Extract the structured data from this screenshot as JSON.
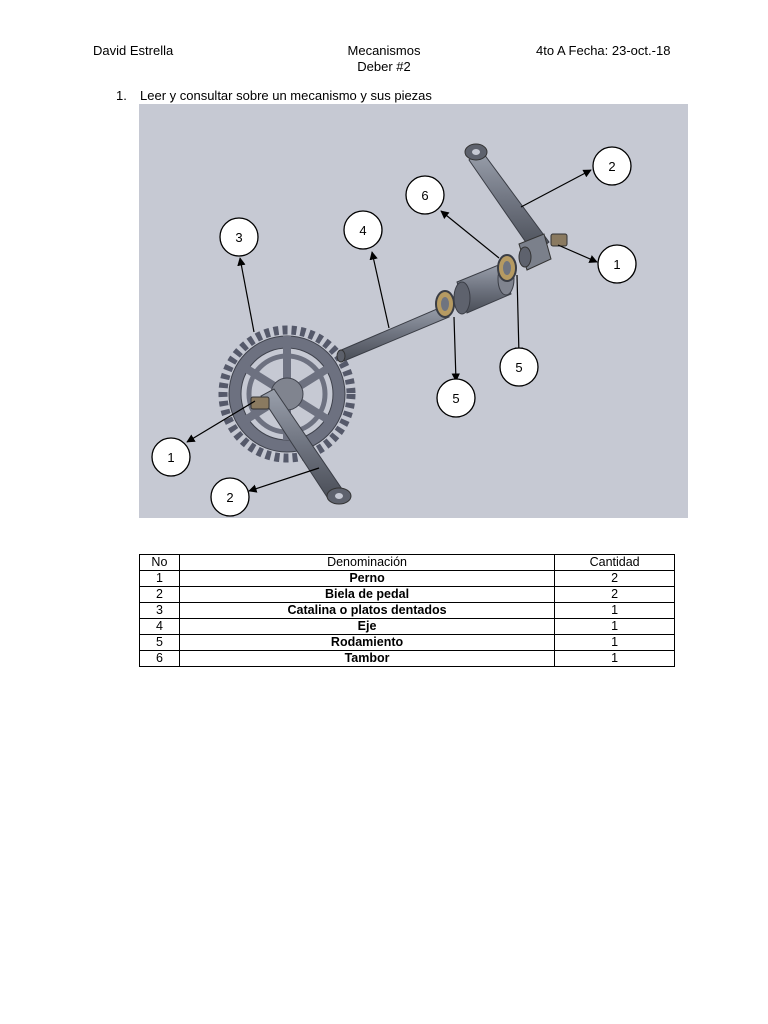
{
  "header": {
    "author": "David Estrella",
    "subject": "Mecanismos",
    "assignment": "Deber #2",
    "course_date": "4to A  Fecha: 23-oct.-18"
  },
  "question": {
    "number": "1.",
    "text": "Leer y consultar sobre un mecanismo y sus piezas"
  },
  "figure": {
    "background": "#c6c9d3",
    "callouts": [
      "2",
      "6",
      "4",
      "3",
      "1",
      "5",
      "5",
      "1",
      "2"
    ]
  },
  "table": {
    "headers": [
      "No",
      "Denominación",
      "Cantidad"
    ],
    "rows": [
      [
        "1",
        "Perno",
        "2"
      ],
      [
        "2",
        "Biela de pedal",
        "2"
      ],
      [
        "3",
        "Catalina o platos dentados",
        "1"
      ],
      [
        "4",
        "Eje",
        "1"
      ],
      [
        "5",
        "Rodamiento",
        "1"
      ],
      [
        "6",
        "Tambor",
        "1"
      ]
    ]
  }
}
